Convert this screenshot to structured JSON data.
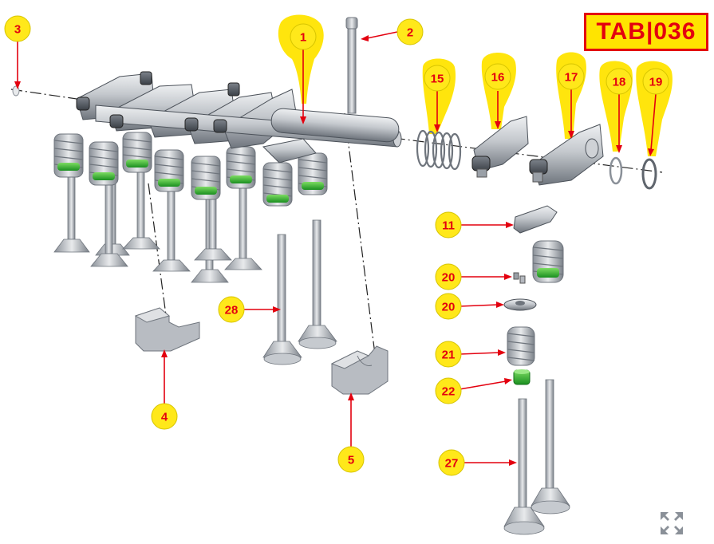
{
  "diagram": {
    "code": "TAB|036",
    "callouts": [
      {
        "id": "c1",
        "label": "1",
        "highlighted": true
      },
      {
        "id": "c2",
        "label": "2",
        "highlighted": false
      },
      {
        "id": "c3",
        "label": "3",
        "highlighted": false
      },
      {
        "id": "c4",
        "label": "4",
        "highlighted": false
      },
      {
        "id": "c5",
        "label": "5",
        "highlighted": false
      },
      {
        "id": "c11",
        "label": "11",
        "highlighted": false
      },
      {
        "id": "c15",
        "label": "15",
        "highlighted": true
      },
      {
        "id": "c16",
        "label": "16",
        "highlighted": true
      },
      {
        "id": "c17",
        "label": "17",
        "highlighted": true
      },
      {
        "id": "c18",
        "label": "18",
        "highlighted": true
      },
      {
        "id": "c19",
        "label": "19",
        "highlighted": true
      },
      {
        "id": "c20a",
        "label": "20",
        "highlighted": false
      },
      {
        "id": "c20b",
        "label": "20",
        "highlighted": false
      },
      {
        "id": "c21",
        "label": "21",
        "highlighted": false
      },
      {
        "id": "c22",
        "label": "22",
        "highlighted": false
      },
      {
        "id": "c27",
        "label": "27",
        "highlighted": false
      },
      {
        "id": "c28",
        "label": "28",
        "highlighted": false
      }
    ]
  },
  "colors": {
    "callout_fill": "#ffe81a",
    "callout_text": "#e3000f",
    "leader_line": "#e3000f",
    "highlight": "#ffe400",
    "metal_light": "#e4e6e9",
    "metal_mid": "#b4b8be",
    "metal_dark": "#6f757d",
    "seal_green": "#22b428"
  },
  "icons": {
    "expand": "expand-arrows-icon"
  }
}
